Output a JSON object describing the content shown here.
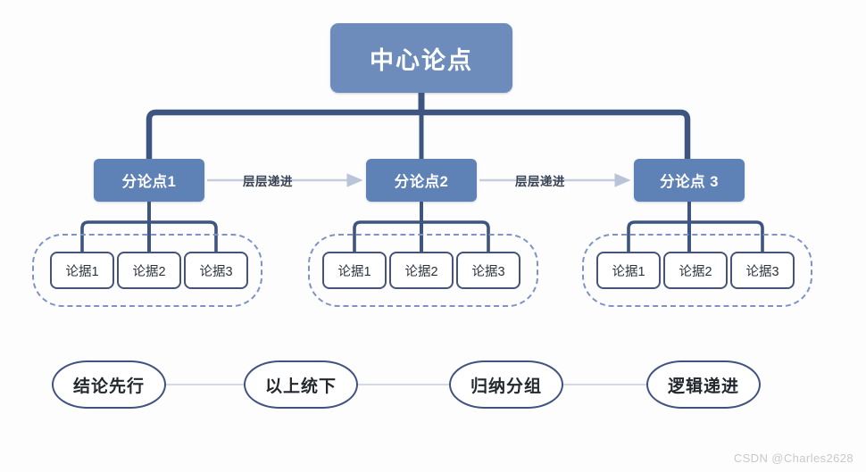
{
  "diagram": {
    "title_node": {
      "label": "中心论点"
    },
    "subpoints": [
      {
        "label": "分论点1"
      },
      {
        "label": "分论点2"
      },
      {
        "label": "分论点 3"
      }
    ],
    "connector_labels": [
      {
        "label": "层层递进"
      },
      {
        "label": "层层递进"
      }
    ],
    "evidence_groups": [
      {
        "items": [
          {
            "label": "论据1"
          },
          {
            "label": "论据2"
          },
          {
            "label": "论据3"
          }
        ]
      },
      {
        "items": [
          {
            "label": "论据1"
          },
          {
            "label": "论据2"
          },
          {
            "label": "论据3"
          }
        ]
      },
      {
        "items": [
          {
            "label": "论据1"
          },
          {
            "label": "论据2"
          },
          {
            "label": "论据3"
          }
        ]
      }
    ],
    "principles": [
      {
        "label": "结论先行"
      },
      {
        "label": "以上统下"
      },
      {
        "label": "归纳分组"
      },
      {
        "label": "逻辑递进"
      }
    ]
  },
  "watermark": {
    "text": "CSDN @Charles2628"
  },
  "colors": {
    "background": "#fdfdfd",
    "central_fill": "#6d8cbc",
    "subpoint_fill": "#5e82b6",
    "node_text": "#ffffff",
    "connector_dark": "#3d5580",
    "connector_light": "#c6cede",
    "evidence_border": "#46547a",
    "dashed_border": "#7e93c4",
    "principle_border": "#3f5280",
    "watermark_text": "#c9c9c9"
  }
}
